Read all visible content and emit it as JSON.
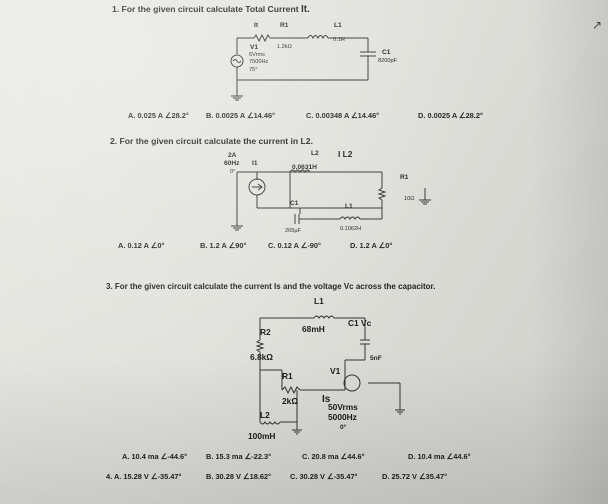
{
  "q1": {
    "title": "1.  For the given circuit calculate Total Current ",
    "title_emph": "It.",
    "labels": {
      "it": "It",
      "r1": "R1",
      "r1_val": "1.2kΩ",
      "l1": "L1",
      "l1_val": "0.1H",
      "v1": "V1",
      "v1_mag": "6Vrms",
      "v1_freq": "7500Hz",
      "v1_phase": "75°",
      "c1": "C1",
      "c1_val": "8200pF"
    },
    "answers": {
      "a": "A.  0.025 A ∠28.2°",
      "b": "B.  0.0025 A ∠14.46°",
      "c": "C.  0.00348 A ∠14.46°",
      "d": "D.  0.0025 A ∠28.2°"
    }
  },
  "q2": {
    "title": "2.  For the given circuit calculate the current in L2.",
    "labels": {
      "src_mag": "2A",
      "src_freq": "60Hz",
      "src_phase": "0°",
      "i1": "I1",
      "l2": "L2",
      "il2": "I L2",
      "l2_val": "0.0631H",
      "r1": "R1",
      "r1_val": "10Ω",
      "c1": "C1",
      "c1_val": "265µF",
      "l1": "L1",
      "l1_val": "0.1062H"
    },
    "answers": {
      "a": "A.  0.12 A ∠0°",
      "b": "B.  1.2 A ∠90°",
      "c": "C.  0.12 A ∠-90°",
      "d": "D.  1.2 A ∠0°"
    }
  },
  "q3": {
    "title": "3.  For the given circuit calculate the current Is and the voltage Vc across the capacitor.",
    "labels": {
      "l1": "L1",
      "l1_val": "68mH",
      "c1vc": "C1 Vc",
      "c1_val": "5nF",
      "r2": "R2",
      "r2_val": "6.8kΩ",
      "r1": "R1",
      "r1_val": "2kΩ",
      "is": "Is",
      "v1": "V1",
      "v1_mag": "50Vrms",
      "v1_freq": "5000Hz",
      "v1_phase": "0°",
      "l2": "L2",
      "l2_val": "100mH"
    },
    "answers": {
      "a": "A.  10.4 ma ∠-44.6°",
      "b": "B.  15.3 ma ∠-22.3°",
      "c": "C.  20.8 ma ∠44.6°",
      "d": "D.  10.4 ma ∠44.6°"
    }
  },
  "q4": {
    "answers": {
      "a": "4.  A.  15.28 V ∠-35.47°",
      "b": "B.  30.28 V ∠18.62°",
      "c": "C.  30.28 V ∠-35.47°",
      "d": "D.  25.72 V ∠35.47°"
    }
  }
}
